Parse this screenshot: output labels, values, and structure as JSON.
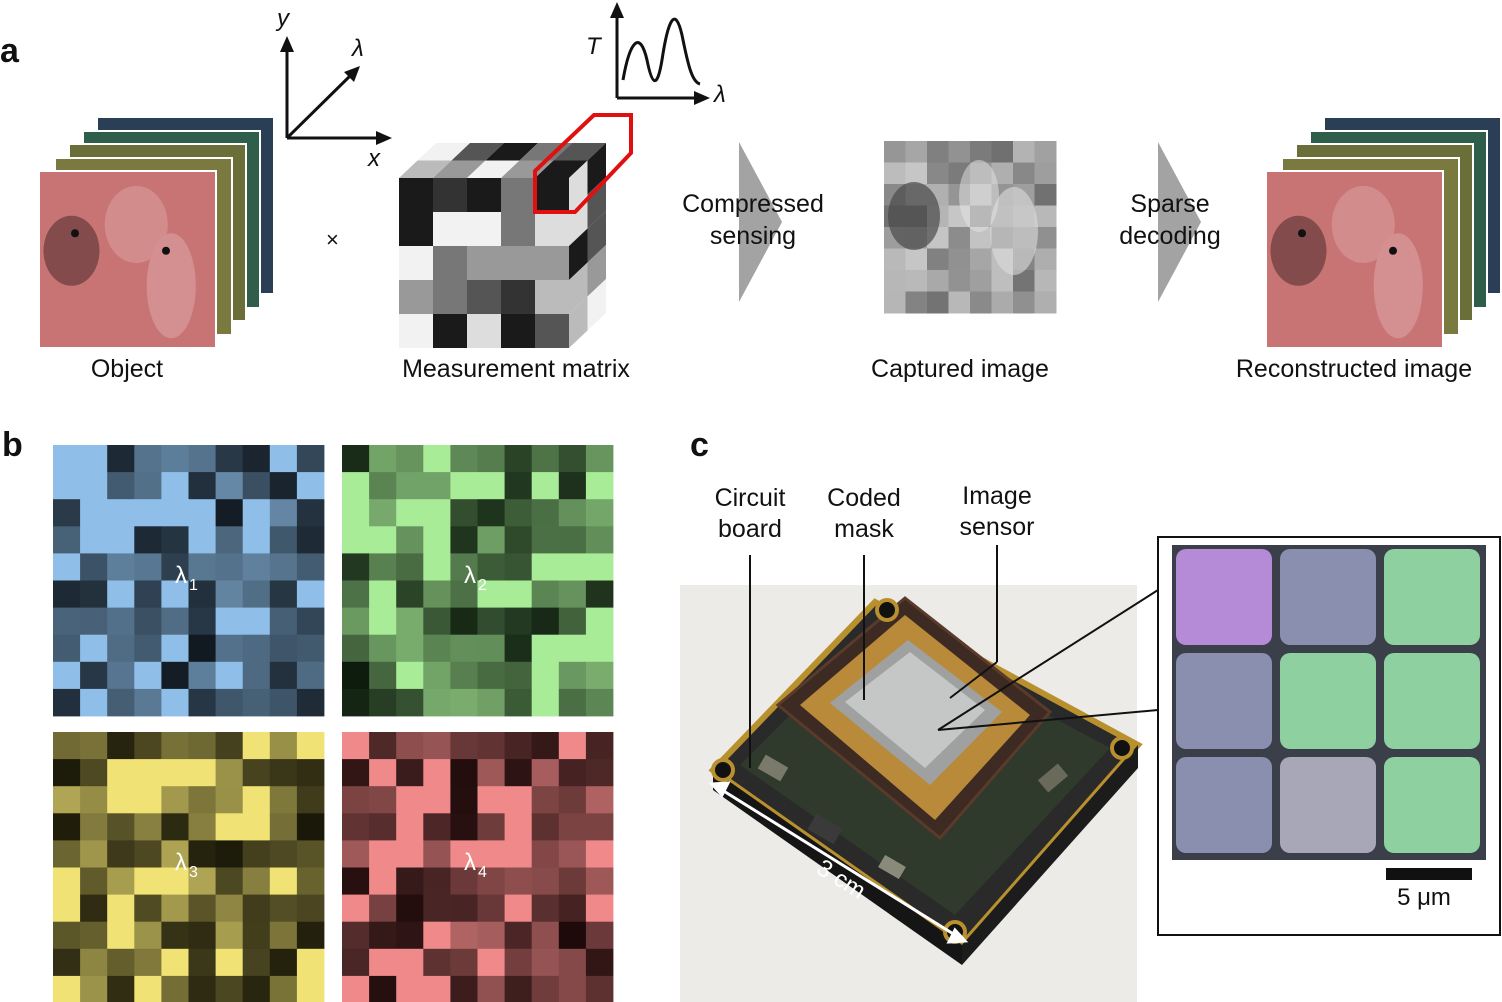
{
  "panels": {
    "a": "a",
    "b": "b",
    "c": "c"
  },
  "panel_a": {
    "axes": {
      "x": "x",
      "y": "y",
      "lambda": "λ"
    },
    "spectrum": {
      "t_label": "T",
      "lambda_label": "λ"
    },
    "multiply_sign": "×",
    "arrow1_label": [
      "Compressed",
      "sensing"
    ],
    "arrow2_label": [
      "Sparse",
      "decoding"
    ],
    "captions": {
      "object": "Object",
      "matrix": "Measurement matrix",
      "captured": "Captured image",
      "reconstructed": "Reconstructed image"
    },
    "layer_colors": [
      "#2a3f55",
      "#2f5f4a",
      "#6a6f3a",
      "#7a7a40",
      "#c97474"
    ]
  },
  "panel_b": {
    "tiles": [
      {
        "symbol": "λ",
        "subscript": "1",
        "base": "#8fbfe8",
        "dark": "#101820"
      },
      {
        "symbol": "λ",
        "subscript": "2",
        "base": "#a8ec98",
        "dark": "#0c1a0c"
      },
      {
        "symbol": "λ",
        "subscript": "3",
        "base": "#f0e274",
        "dark": "#1a1808"
      },
      {
        "symbol": "λ",
        "subscript": "4",
        "base": "#f08a8a",
        "dark": "#1e0a0a"
      }
    ]
  },
  "panel_c": {
    "labels": {
      "circuit_board": [
        "Circuit",
        "board"
      ],
      "coded_mask": [
        "Coded",
        "mask"
      ],
      "image_sensor": [
        "Image",
        "sensor"
      ]
    },
    "dimension": "3 cm",
    "scale_bar": "5 μm",
    "inset_colors": [
      "#8a8fb0",
      "#7fc4d8",
      "#8fd0a0",
      "#b58ad6",
      "#a7a7b8",
      "#7fb2e0"
    ]
  }
}
